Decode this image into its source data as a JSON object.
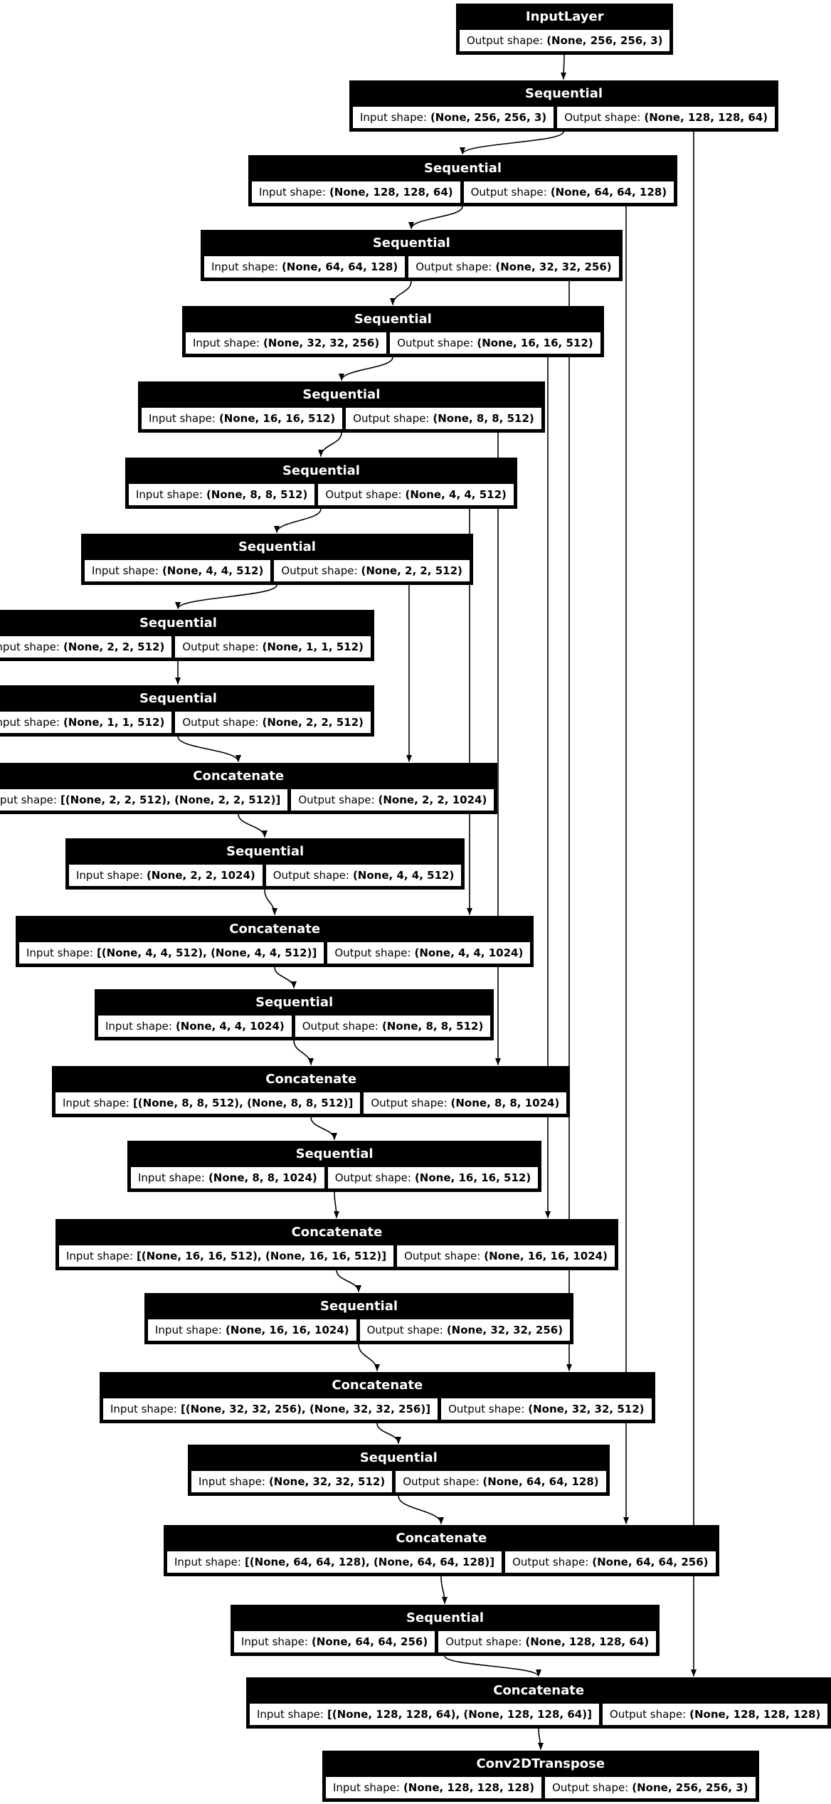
{
  "diagram": {
    "kind": "keras-model-architecture-graph",
    "colors": {
      "background": "#ffffff",
      "node_fill": "#000000",
      "node_title_text": "#ffffff",
      "cell_fill": "#ffffff",
      "cell_text": "#000000",
      "edge": "#000000"
    },
    "labels": {
      "input": "Input shape:",
      "output": "Output shape:"
    },
    "nodes": [
      {
        "title": "InputLayer",
        "output_shape": "(None, 256, 256, 3)"
      },
      {
        "title": "Sequential",
        "input_shape": "(None, 256, 256, 3)",
        "output_shape": "(None, 128, 128, 64)"
      },
      {
        "title": "Sequential",
        "input_shape": "(None, 128, 128, 64)",
        "output_shape": "(None, 64, 64, 128)"
      },
      {
        "title": "Sequential",
        "input_shape": "(None, 64, 64, 128)",
        "output_shape": "(None, 32, 32, 256)"
      },
      {
        "title": "Sequential",
        "input_shape": "(None, 32, 32, 256)",
        "output_shape": "(None, 16, 16, 512)"
      },
      {
        "title": "Sequential",
        "input_shape": "(None, 16, 16, 512)",
        "output_shape": "(None, 8, 8, 512)"
      },
      {
        "title": "Sequential",
        "input_shape": "(None, 8, 8, 512)",
        "output_shape": "(None, 4, 4, 512)"
      },
      {
        "title": "Sequential",
        "input_shape": "(None, 4, 4, 512)",
        "output_shape": "(None, 2, 2, 512)"
      },
      {
        "title": "Sequential",
        "input_shape": "(None, 2, 2, 512)",
        "output_shape": "(None, 1, 1, 512)"
      },
      {
        "title": "Sequential",
        "input_shape": "(None, 1, 1, 512)",
        "output_shape": "(None, 2, 2, 512)"
      },
      {
        "title": "Concatenate",
        "input_shape": "[(None, 2, 2, 512), (None, 2, 2, 512)]",
        "output_shape": "(None, 2, 2, 1024)"
      },
      {
        "title": "Sequential",
        "input_shape": "(None, 2, 2, 1024)",
        "output_shape": "(None, 4, 4, 512)"
      },
      {
        "title": "Concatenate",
        "input_shape": "[(None, 4, 4, 512), (None, 4, 4, 512)]",
        "output_shape": "(None, 4, 4, 1024)"
      },
      {
        "title": "Sequential",
        "input_shape": "(None, 4, 4, 1024)",
        "output_shape": "(None, 8, 8, 512)"
      },
      {
        "title": "Concatenate",
        "input_shape": "[(None, 8, 8, 512), (None, 8, 8, 512)]",
        "output_shape": "(None, 8, 8, 1024)"
      },
      {
        "title": "Sequential",
        "input_shape": "(None, 8, 8, 1024)",
        "output_shape": "(None, 16, 16, 512)"
      },
      {
        "title": "Concatenate",
        "input_shape": "[(None, 16, 16, 512), (None, 16, 16, 512)]",
        "output_shape": "(None, 16, 16, 1024)"
      },
      {
        "title": "Sequential",
        "input_shape": "(None, 16, 16, 1024)",
        "output_shape": "(None, 32, 32, 256)"
      },
      {
        "title": "Concatenate",
        "input_shape": "[(None, 32, 32, 256), (None, 32, 32, 256)]",
        "output_shape": "(None, 32, 32, 512)"
      },
      {
        "title": "Sequential",
        "input_shape": "(None, 32, 32, 512)",
        "output_shape": "(None, 64, 64, 128)"
      },
      {
        "title": "Concatenate",
        "input_shape": "[(None, 64, 64, 128), (None, 64, 64, 128)]",
        "output_shape": "(None, 64, 64, 256)"
      },
      {
        "title": "Sequential",
        "input_shape": "(None, 64, 64, 256)",
        "output_shape": "(None, 128, 128, 64)"
      },
      {
        "title": "Concatenate",
        "input_shape": "[(None, 128, 128, 64), (None, 128, 128, 64)]",
        "output_shape": "(None, 128, 128, 128)"
      },
      {
        "title": "Conv2DTranspose",
        "input_shape": "(None, 128, 128, 128)",
        "output_shape": "(None, 256, 256, 3)"
      }
    ],
    "edges": [
      {
        "from": 0,
        "to": 1,
        "kind": "main"
      },
      {
        "from": 1,
        "to": 2,
        "kind": "main"
      },
      {
        "from": 2,
        "to": 3,
        "kind": "main"
      },
      {
        "from": 3,
        "to": 4,
        "kind": "main"
      },
      {
        "from": 4,
        "to": 5,
        "kind": "main"
      },
      {
        "from": 5,
        "to": 6,
        "kind": "main"
      },
      {
        "from": 6,
        "to": 7,
        "kind": "main"
      },
      {
        "from": 7,
        "to": 8,
        "kind": "main"
      },
      {
        "from": 8,
        "to": 9,
        "kind": "main"
      },
      {
        "from": 9,
        "to": 10,
        "kind": "main"
      },
      {
        "from": 10,
        "to": 11,
        "kind": "main"
      },
      {
        "from": 11,
        "to": 12,
        "kind": "main"
      },
      {
        "from": 12,
        "to": 13,
        "kind": "main"
      },
      {
        "from": 13,
        "to": 14,
        "kind": "main"
      },
      {
        "from": 14,
        "to": 15,
        "kind": "main"
      },
      {
        "from": 15,
        "to": 16,
        "kind": "main"
      },
      {
        "from": 16,
        "to": 17,
        "kind": "main"
      },
      {
        "from": 17,
        "to": 18,
        "kind": "main"
      },
      {
        "from": 18,
        "to": 19,
        "kind": "main"
      },
      {
        "from": 19,
        "to": 20,
        "kind": "main"
      },
      {
        "from": 20,
        "to": 21,
        "kind": "main"
      },
      {
        "from": 21,
        "to": 22,
        "kind": "main"
      },
      {
        "from": 22,
        "to": 23,
        "kind": "main"
      },
      {
        "from": 7,
        "to": 10,
        "kind": "skip"
      },
      {
        "from": 6,
        "to": 12,
        "kind": "skip"
      },
      {
        "from": 5,
        "to": 14,
        "kind": "skip"
      },
      {
        "from": 4,
        "to": 16,
        "kind": "skip"
      },
      {
        "from": 3,
        "to": 18,
        "kind": "skip"
      },
      {
        "from": 2,
        "to": 20,
        "kind": "skip"
      },
      {
        "from": 1,
        "to": 22,
        "kind": "skip"
      }
    ]
  }
}
